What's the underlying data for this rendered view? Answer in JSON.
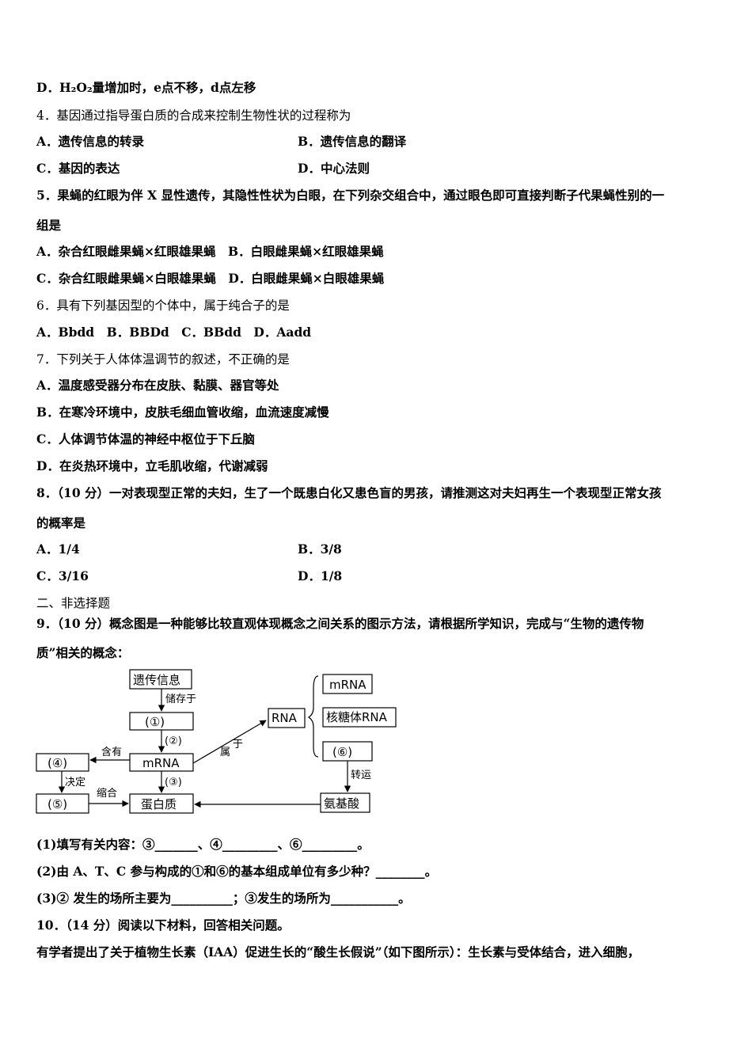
{
  "lines": {
    "q3_d": "D．H₂O₂量增加时，e点不移，d点左移",
    "q4": "4．基因通过指导蛋白质的合成来控制生物性状的过程称为",
    "q4_a": "A．遗传信息的转录",
    "q4_b": "B．遗传信息的翻译",
    "q4_c": "C．基因的表达",
    "q4_d": "D．中心法则",
    "q5_1": "5．果蝇的红眼为伴 X 显性遗传，其隐性性状为白眼，在下列杂交组合中，通过眼色即可直接判断子代果蝇性别的一",
    "q5_2": "组是",
    "q5_ab": "A．杂合红眼雌果蝇×红眼雄果蝇　B．白眼雌果蝇×红眼雄果蝇",
    "q5_cd": "C．杂合红眼雌果蝇×白眼雄果蝇　D．白眼雌果蝇×白眼雄果蝇",
    "q6": "6．具有下列基因型的个体中，属于纯合子的是",
    "q6_opts": "A．Bbdd　B．BBDd　C．BBdd　D．Aadd",
    "q7": "7．下列关于人体体温调节的叙述，不正确的是",
    "q7_a": "A．温度感受器分布在皮肤、黏膜、器官等处",
    "q7_b": "B．在寒冷环境中，皮肤毛细血管收缩，血流速度减慢",
    "q7_c": "C．人体调节体温的神经中枢位于下丘脑",
    "q7_d": "D．在炎热环境中，立毛肌收缩，代谢减弱",
    "q8_1": "8．（10 分）一对表现型正常的夫妇，生了一个既患白化又患色盲的男孩，请推测这对夫妇再生一个表现型正常女孩",
    "q8_2": "的概率是",
    "q8_a": "A．1/4",
    "q8_b": "B．3/8",
    "q8_c": "C．3/16",
    "q8_d": "D．1/8",
    "sec2": "二、非选择题",
    "q9_1": "9．（10 分）概念图是一种能够比较直观体现概念之间关系的图示方法，请根据所学知识，完成与“生物的遗传物",
    "q9_2": "质”相关的概念：",
    "q9_s1": "(1)填写有关内容：③_______、④_________、⑥_________。",
    "q9_s2": "(2)由 A、T、C 参与构成的①和⑥的基本组成单位有多少种？________。",
    "q9_s3": "(3)② 发生的场所主要为__________；③发生的场所为___________。",
    "q10_1": "10．（14 分）阅读以下材料，回答相关问题。",
    "q10_2": "有学者提出了关于植物生长素（IAA）促进生长的“酸生长假说”（如下图所示）：生长素与受体结合，进入细胞，"
  },
  "diagram": {
    "genetic_info": "遗传信息",
    "stored_in": "储存于",
    "box1": "(①)",
    "step2": "(②)",
    "mrna": "mRNA",
    "contains": "含有",
    "box4": "(④)",
    "decides": "决定",
    "box5": "(⑤)",
    "condense": "缩合",
    "step3": "(③)",
    "protein": "蛋白质",
    "belongs_1": "属",
    "belongs_2": "于",
    "rna": "RNA",
    "mrna2": "mRNA",
    "rrna": "核糖体RNA",
    "box6": "(⑥)",
    "transport": "转运",
    "amino_acid": "氨基酸"
  }
}
